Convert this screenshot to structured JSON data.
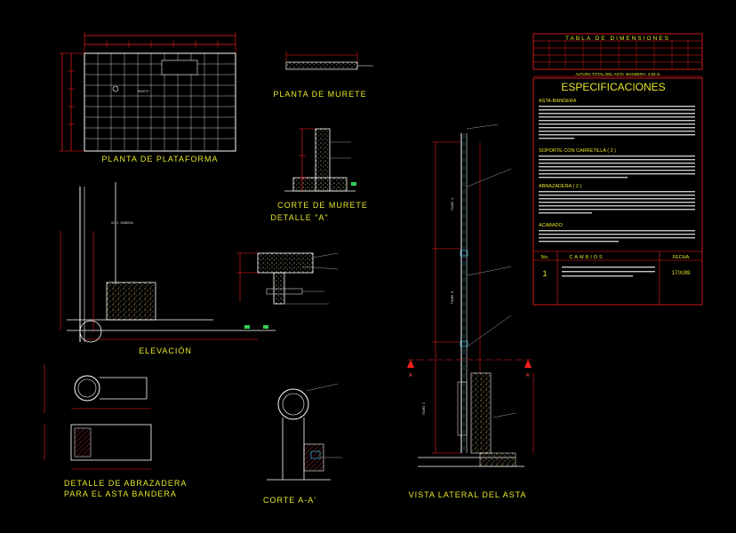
{
  "titles": {
    "planta_plataforma": "PLANTA DE PLATAFORMA",
    "planta_murete": "PLANTA DE MURETE",
    "corte_murete": "CORTE DE MURETE",
    "detalle_a": "DETALLE \"A\"",
    "elevacion": "ELEVACIÓN",
    "detalle_abrazadera_1": "DETALLE DE ABRAZADERA",
    "detalle_abrazadera_2": "PARA EL ASTA BANDERA",
    "corte_aa": "CORTE A-A'",
    "vista_lateral": "VISTA LATERAL DEL ASTA"
  },
  "dim_table": {
    "title": "TABLA DE DIMENSIONES",
    "total_label": "ALTURA TOTAL DEL ASTA -BANDERA: 4.50 m"
  },
  "specs": {
    "heading": "ESPECIFICACIONES",
    "s1_title": "ASTA-BANDERA",
    "s2_title": "SOPORTE CON CARRETILLA ( 2 )",
    "s3_title": "ABRAZADERA ( 2 )",
    "s4_title": "ACABADO"
  },
  "changes": {
    "col_no": "No.",
    "col_cambios": "CAMBIOS",
    "col_fecha": "FECHA",
    "row_no": "1",
    "row_fecha": "17/X/89"
  },
  "labels": {
    "murete": "MURETE",
    "asta_bandera": "ASTA BANDERA",
    "tramo_a": "TRAMO A",
    "tramo_b": "TRAMO B",
    "tramo_c": "TRAMO C",
    "section_a_left": "A",
    "section_a_right": "A'"
  },
  "colors": {
    "background": "#000000",
    "title_yellow": "#e6e62a",
    "dimension_red": "#ff2020",
    "line_white": "#ffffff",
    "text_gray": "#c8c8c8",
    "cyan": "#3fd0ff",
    "green": "#30d050",
    "hatch": "#d9c873"
  }
}
